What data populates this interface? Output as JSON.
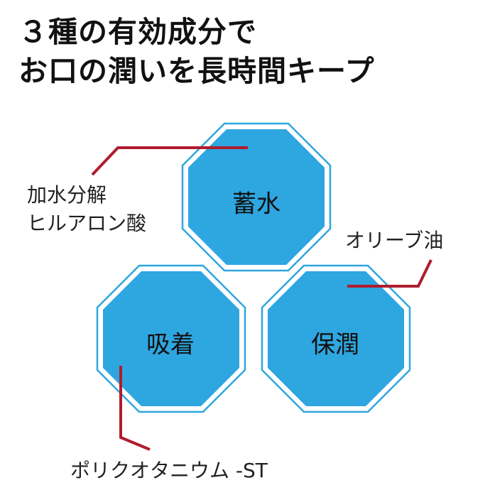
{
  "headline": {
    "line1": "３種の有効成分で",
    "line2": "お口の潤いを長時間キープ"
  },
  "colors": {
    "octagon_fill": "#2ea6df",
    "octagon_outline": "#2ea6df",
    "leader_line": "#b01c2e"
  },
  "octagons": [
    {
      "label": "蓄水"
    },
    {
      "label": "吸着"
    },
    {
      "label": "保潤"
    }
  ],
  "ingredients": {
    "hyaluronic_line1": "加水分解",
    "hyaluronic_line2": "ヒルアロン酸",
    "olive": "オリーブ油",
    "polyquaternium": "ポリクオタニウム -ST"
  }
}
